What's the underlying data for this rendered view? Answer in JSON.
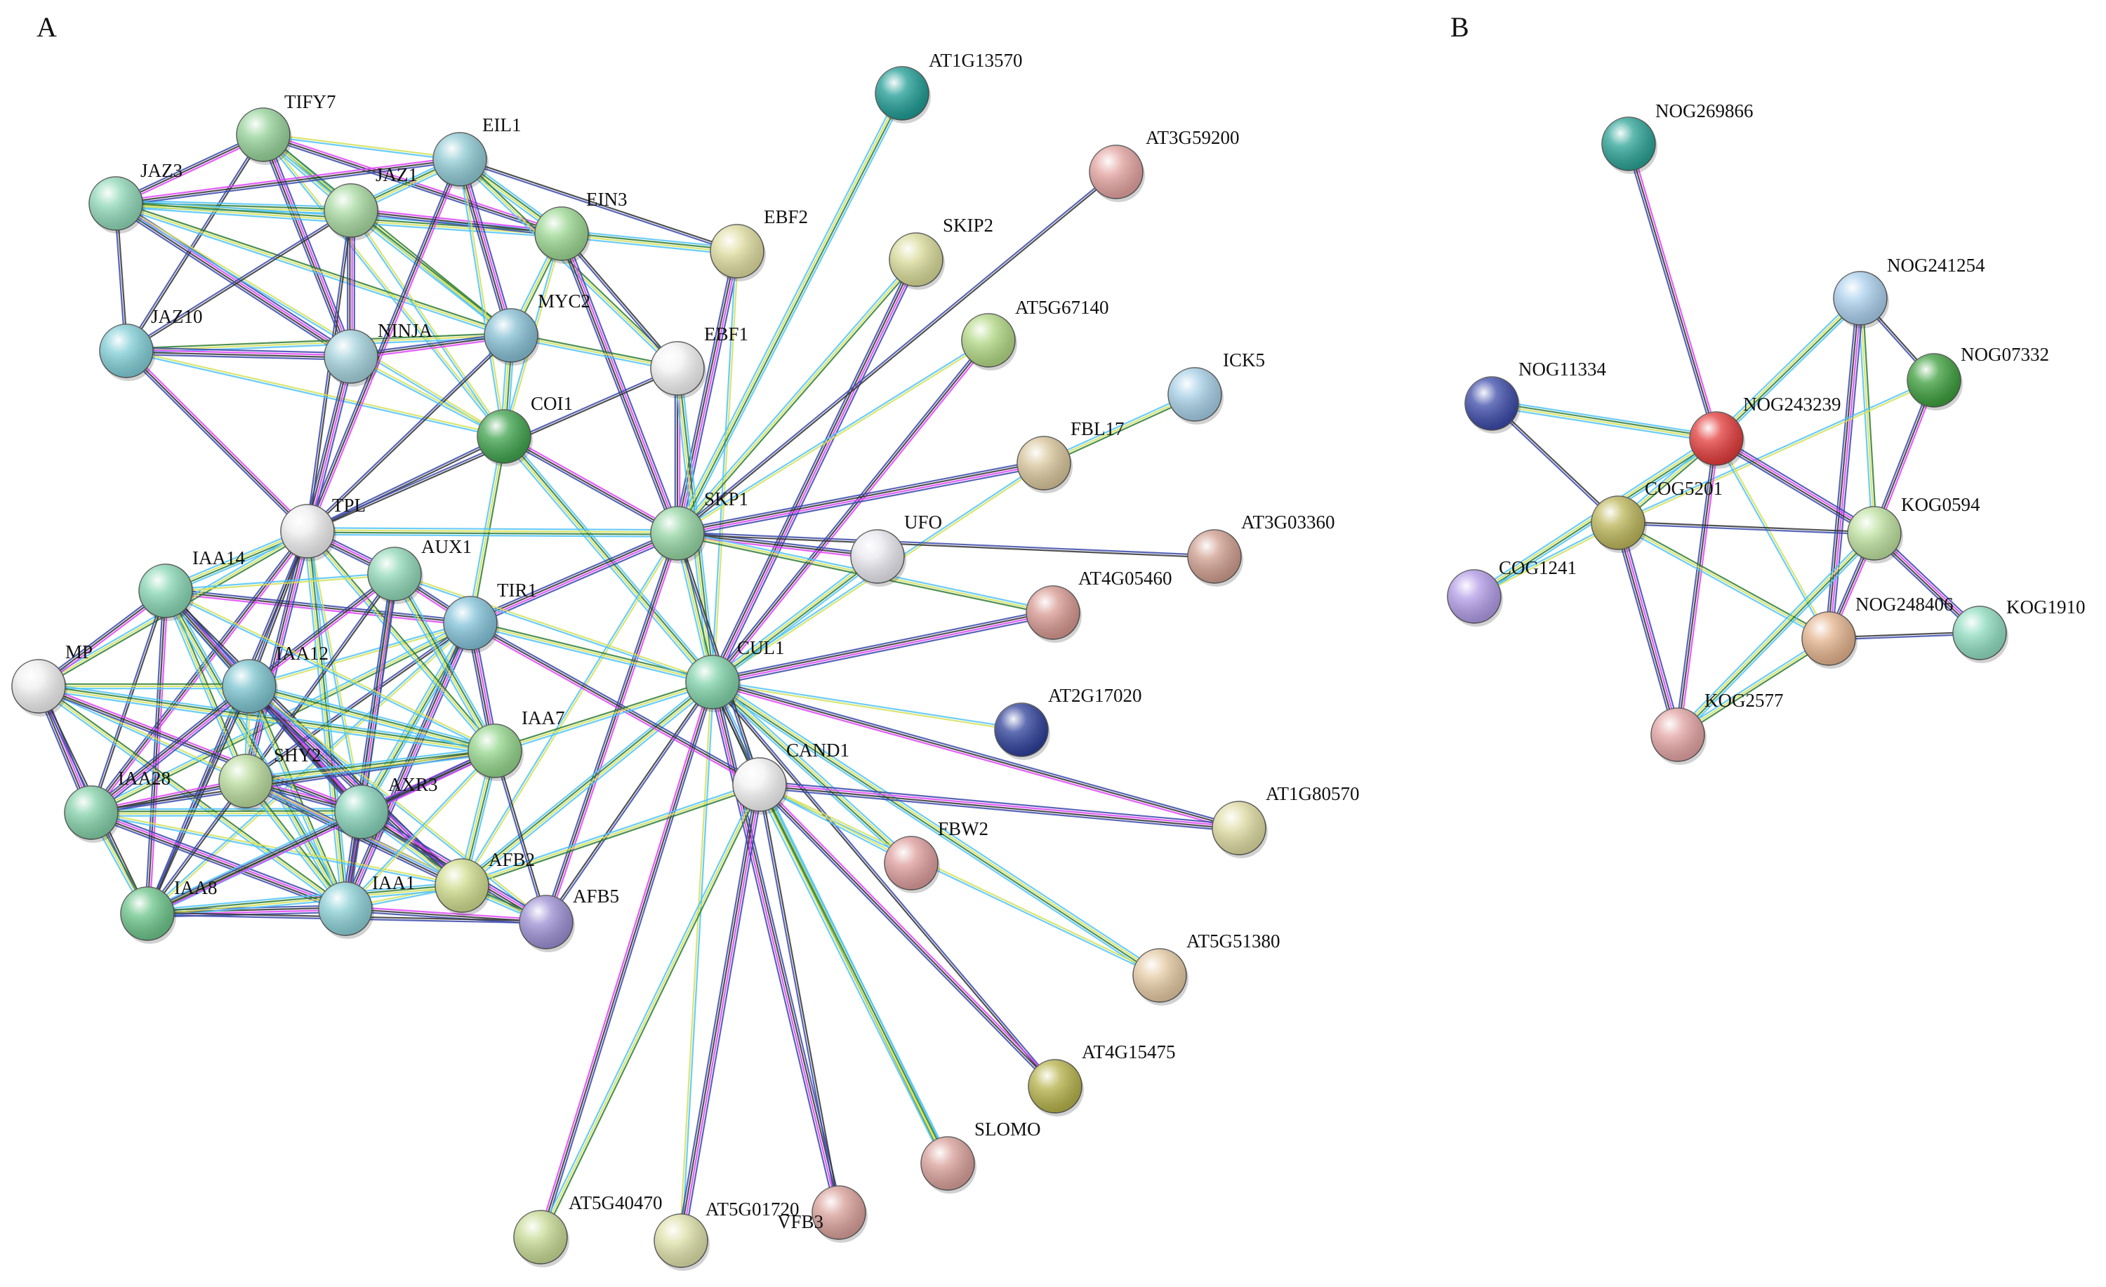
{
  "panels": [
    {
      "id": "A",
      "label": "A",
      "nodes": [
        {
          "id": "AT1G13570",
          "label": "AT1G13570",
          "color": "#1f9c94"
        },
        {
          "id": "AT3G59200",
          "label": "AT3G59200",
          "color": "#e3a3a0"
        },
        {
          "id": "TIFY7",
          "label": "TIFY7",
          "color": "#96d39a"
        },
        {
          "id": "EIL1",
          "label": "EIL1",
          "color": "#8fc9d3"
        },
        {
          "id": "JAZ3",
          "label": "JAZ3",
          "color": "#8fd8b7"
        },
        {
          "id": "JAZ1",
          "label": "JAZ1",
          "color": "#a7d9a0"
        },
        {
          "id": "EIN3",
          "label": "EIN3",
          "color": "#9bd791"
        },
        {
          "id": "EBF2",
          "label": "EBF2",
          "color": "#dedc9f"
        },
        {
          "id": "SKIP2",
          "label": "SKIP2",
          "color": "#d8da98"
        },
        {
          "id": "MYC2",
          "label": "MYC2",
          "color": "#86bfd4"
        },
        {
          "id": "AT5G67140",
          "label": "AT5G67140",
          "color": "#b2d884"
        },
        {
          "id": "JAZ10",
          "label": "JAZ10",
          "color": "#80ced6"
        },
        {
          "id": "NINJA",
          "label": "NINJA",
          "color": "#a4d2dc"
        },
        {
          "id": "EBF1",
          "label": "EBF1",
          "color": "#f2f2f2"
        },
        {
          "id": "ICK5",
          "label": "ICK5",
          "color": "#a6cfe6"
        },
        {
          "id": "COI1",
          "label": "COI1",
          "color": "#3fa34d"
        },
        {
          "id": "FBL17",
          "label": "FBL17",
          "color": "#d8c59b"
        },
        {
          "id": "TPL",
          "label": "TPL",
          "color": "#eeeeee"
        },
        {
          "id": "SKP1",
          "label": "SKP1",
          "color": "#94d5a3"
        },
        {
          "id": "UFO",
          "label": "UFO",
          "color": "#e7e7ee"
        },
        {
          "id": "AT3G03360",
          "label": "AT3G03360",
          "color": "#cf9d8e"
        },
        {
          "id": "AUX1",
          "label": "AUX1",
          "color": "#8fd8b7"
        },
        {
          "id": "IAA14",
          "label": "IAA14",
          "color": "#87d6b3"
        },
        {
          "id": "TIR1",
          "label": "TIR1",
          "color": "#82c2d8"
        },
        {
          "id": "AT4G05460",
          "label": "AT4G05460",
          "color": "#d79890"
        },
        {
          "id": "IAA12",
          "label": "IAA12",
          "color": "#7cc4cf"
        },
        {
          "id": "CUL1",
          "label": "CUL1",
          "color": "#7fd2a8"
        },
        {
          "id": "MP",
          "label": "MP",
          "color": "#eeeeee"
        },
        {
          "id": "AT2G17020",
          "label": "AT2G17020",
          "color": "#2d3f99"
        },
        {
          "id": "IAA7",
          "label": "IAA7",
          "color": "#93d58b"
        },
        {
          "id": "SHY2",
          "label": "SHY2",
          "color": "#b9db9c"
        },
        {
          "id": "CAND1",
          "label": "CAND1",
          "color": "#f2f2f2"
        },
        {
          "id": "AT1G80570",
          "label": "AT1G80570",
          "color": "#dedba2"
        },
        {
          "id": "IAA28",
          "label": "IAA28",
          "color": "#82d0a8"
        },
        {
          "id": "AXR3",
          "label": "AXR3",
          "color": "#86d2b8"
        },
        {
          "id": "FBW2",
          "label": "FBW2",
          "color": "#dd9d9c"
        },
        {
          "id": "AFB2",
          "label": "AFB2",
          "color": "#cfdc8d"
        },
        {
          "id": "IAA1",
          "label": "IAA1",
          "color": "#8bd0d6"
        },
        {
          "id": "IAA8",
          "label": "IAA8",
          "color": "#6cc58a"
        },
        {
          "id": "AFB5",
          "label": "AFB5",
          "color": "#9d8fd3"
        },
        {
          "id": "AT5G51380",
          "label": "AT5G51380",
          "color": "#e4c9a2"
        },
        {
          "id": "AT4G15475",
          "label": "AT4G15475",
          "color": "#b6b24a"
        },
        {
          "id": "SLOMO",
          "label": "SLOMO",
          "color": "#d9a09a"
        },
        {
          "id": "VFB3",
          "label": "VFB3",
          "color": "#d9a09a"
        },
        {
          "id": "AT5G40470",
          "label": "AT5G40470",
          "color": "#c7da94"
        },
        {
          "id": "AT5G01720",
          "label": "AT5G01720",
          "color": "#dde0a8"
        }
      ]
    },
    {
      "id": "B",
      "label": "B",
      "nodes": [
        {
          "id": "NOG269866",
          "label": "NOG269866",
          "color": "#2aa295"
        },
        {
          "id": "NOG241254",
          "label": "NOG241254",
          "color": "#a9cfec"
        },
        {
          "id": "NOG07332",
          "label": "NOG07332",
          "color": "#3c9e3c"
        },
        {
          "id": "NOG11334",
          "label": "NOG11334",
          "color": "#3b4aa8"
        },
        {
          "id": "NOG243239",
          "label": "NOG243239",
          "color": "#e33b3b"
        },
        {
          "id": "COG5201",
          "label": "COG5201",
          "color": "#bcb65a"
        },
        {
          "id": "KOG0594",
          "label": "KOG0594",
          "color": "#bde09e"
        },
        {
          "id": "COG1241",
          "label": "COG1241",
          "color": "#b19be6"
        },
        {
          "id": "NOG248406",
          "label": "NOG248406",
          "color": "#e3b28c"
        },
        {
          "id": "KOG1910",
          "label": "KOG1910",
          "color": "#8fdcc0"
        },
        {
          "id": "KOG2577",
          "label": "KOG2577",
          "color": "#e3a3a3"
        }
      ]
    }
  ],
  "edge_colors": [
    "#d4e157",
    "#e040fb",
    "#4fc3f7",
    "#333333",
    "#2e7d32",
    "#3949ab"
  ],
  "edges_A": [
    [
      "TIFY7",
      "EIL1"
    ],
    [
      "TIFY7",
      "JAZ3"
    ],
    [
      "TIFY7",
      "JAZ1"
    ],
    [
      "TIFY7",
      "JAZ10"
    ],
    [
      "TIFY7",
      "MYC2"
    ],
    [
      "TIFY7",
      "NINJA"
    ],
    [
      "TIFY7",
      "COI1"
    ],
    [
      "TIFY7",
      "EIN3"
    ],
    [
      "JAZ3",
      "JAZ1"
    ],
    [
      "JAZ3",
      "JAZ10"
    ],
    [
      "JAZ3",
      "MYC2"
    ],
    [
      "JAZ3",
      "NINJA"
    ],
    [
      "JAZ3",
      "COI1"
    ],
    [
      "JAZ3",
      "EIL1"
    ],
    [
      "JAZ3",
      "EIN3"
    ],
    [
      "JAZ1",
      "JAZ10"
    ],
    [
      "JAZ1",
      "MYC2"
    ],
    [
      "JAZ1",
      "NINJA"
    ],
    [
      "JAZ1",
      "COI1"
    ],
    [
      "JAZ1",
      "EIN3"
    ],
    [
      "JAZ1",
      "EIL1"
    ],
    [
      "JAZ1",
      "TPL"
    ],
    [
      "JAZ10",
      "MYC2"
    ],
    [
      "JAZ10",
      "NINJA"
    ],
    [
      "JAZ10",
      "COI1"
    ],
    [
      "JAZ10",
      "TPL"
    ],
    [
      "EIL1",
      "EIN3"
    ],
    [
      "EIL1",
      "EBF2"
    ],
    [
      "EIL1",
      "EBF1"
    ],
    [
      "EIL1",
      "MYC2"
    ],
    [
      "EIL1",
      "COI1"
    ],
    [
      "EIL1",
      "TPL"
    ],
    [
      "EIN3",
      "EBF2"
    ],
    [
      "EIN3",
      "EBF1"
    ],
    [
      "EIN3",
      "MYC2"
    ],
    [
      "EIN3",
      "SKP1"
    ],
    [
      "EIN3",
      "COI1"
    ],
    [
      "MYC2",
      "NINJA"
    ],
    [
      "MYC2",
      "COI1"
    ],
    [
      "MYC2",
      "TPL"
    ],
    [
      "MYC2",
      "EBF1"
    ],
    [
      "NINJA",
      "TPL"
    ],
    [
      "NINJA",
      "COI1"
    ],
    [
      "COI1",
      "SKP1"
    ],
    [
      "COI1",
      "CUL1"
    ],
    [
      "COI1",
      "TPL"
    ],
    [
      "COI1",
      "TIR1"
    ],
    [
      "EBF2",
      "SKP1"
    ],
    [
      "EBF2",
      "CUL1"
    ],
    [
      "EBF1",
      "SKP1"
    ],
    [
      "EBF1",
      "CUL1"
    ],
    [
      "EBF1",
      "TPL"
    ],
    [
      "SKIP2",
      "SKP1"
    ],
    [
      "SKIP2",
      "CUL1"
    ],
    [
      "AT5G67140",
      "SKP1"
    ],
    [
      "AT5G67140",
      "CUL1"
    ],
    [
      "AT1G13570",
      "SKP1"
    ],
    [
      "AT3G59200",
      "SKP1"
    ],
    [
      "ICK5",
      "FBL17"
    ],
    [
      "FBL17",
      "SKP1"
    ],
    [
      "FBL17",
      "CUL1"
    ],
    [
      "UFO",
      "SKP1"
    ],
    [
      "UFO",
      "CUL1"
    ],
    [
      "AT3G03360",
      "SKP1"
    ],
    [
      "AT4G05460",
      "SKP1"
    ],
    [
      "AT4G05460",
      "CUL1"
    ],
    [
      "AT2G17020",
      "CUL1"
    ],
    [
      "AT1G80570",
      "CUL1"
    ],
    [
      "AT5G51380",
      "CUL1"
    ],
    [
      "AT4G15475",
      "CUL1"
    ],
    [
      "SLOMO",
      "CUL1"
    ],
    [
      "VFB3",
      "CUL1"
    ],
    [
      "AT5G01720",
      "CUL1"
    ],
    [
      "AT5G40470",
      "CUL1"
    ],
    [
      "FBW2",
      "CUL1"
    ],
    [
      "CAND1",
      "CUL1"
    ],
    [
      "SKP1",
      "CUL1"
    ],
    [
      "SKP1",
      "TIR1"
    ],
    [
      "SKP1",
      "AFB2"
    ],
    [
      "SKP1",
      "AFB5"
    ],
    [
      "SKP1",
      "TPL"
    ],
    [
      "SKP1",
      "CAND1"
    ],
    [
      "TIR1",
      "CUL1"
    ],
    [
      "TIR1",
      "IAA7"
    ],
    [
      "TIR1",
      "IAA12"
    ],
    [
      "TIR1",
      "IAA14"
    ],
    [
      "TIR1",
      "AXR3"
    ],
    [
      "TIR1",
      "SHY2"
    ],
    [
      "TIR1",
      "IAA28"
    ],
    [
      "TIR1",
      "IAA1"
    ],
    [
      "TIR1",
      "IAA8"
    ],
    [
      "TIR1",
      "AUX1"
    ],
    [
      "AFB2",
      "CUL1"
    ],
    [
      "AFB5",
      "CUL1"
    ],
    [
      "CAND1",
      "AFB2"
    ],
    [
      "CAND1",
      "AT1G80570"
    ],
    [
      "CAND1",
      "AT5G51380"
    ],
    [
      "CAND1",
      "AT4G15475"
    ],
    [
      "CAND1",
      "SLOMO"
    ],
    [
      "CAND1",
      "VFB3"
    ],
    [
      "CAND1",
      "AT5G40470"
    ],
    [
      "CAND1",
      "AT5G01720"
    ],
    [
      "CAND1",
      "FBW2"
    ],
    [
      "CAND1",
      "TIR1"
    ],
    [
      "TPL",
      "IAA14"
    ],
    [
      "TPL",
      "IAA12"
    ],
    [
      "TPL",
      "IAA7"
    ],
    [
      "TPL",
      "SHY2"
    ],
    [
      "TPL",
      "AXR3"
    ],
    [
      "TPL",
      "IAA28"
    ],
    [
      "TPL",
      "IAA1"
    ],
    [
      "TPL",
      "IAA8"
    ],
    [
      "TPL",
      "MP"
    ],
    [
      "TPL",
      "AUX1"
    ],
    [
      "AUX1",
      "IAA14"
    ],
    [
      "AUX1",
      "IAA12"
    ],
    [
      "AUX1",
      "IAA7"
    ],
    [
      "AUX1",
      "SHY2"
    ],
    [
      "AUX1",
      "AXR3"
    ],
    [
      "AUX1",
      "IAA1"
    ],
    [
      "AUX1",
      "CUL1"
    ],
    [
      "IAA14",
      "MP"
    ],
    [
      "IAA14",
      "IAA12"
    ],
    [
      "IAA14",
      "IAA28"
    ],
    [
      "IAA14",
      "SHY2"
    ],
    [
      "IAA14",
      "AXR3"
    ],
    [
      "IAA14",
      "IAA7"
    ],
    [
      "IAA14",
      "IAA8"
    ],
    [
      "IAA14",
      "IAA1"
    ],
    [
      "IAA14",
      "AFB2"
    ],
    [
      "MP",
      "IAA12"
    ],
    [
      "MP",
      "IAA28"
    ],
    [
      "MP",
      "SHY2"
    ],
    [
      "MP",
      "AXR3"
    ],
    [
      "MP",
      "IAA7"
    ],
    [
      "MP",
      "IAA8"
    ],
    [
      "MP",
      "IAA1"
    ],
    [
      "IAA12",
      "IAA28"
    ],
    [
      "IAA12",
      "SHY2"
    ],
    [
      "IAA12",
      "AXR3"
    ],
    [
      "IAA12",
      "IAA7"
    ],
    [
      "IAA12",
      "IAA8"
    ],
    [
      "IAA12",
      "IAA1"
    ],
    [
      "IAA12",
      "AFB2"
    ],
    [
      "IAA12",
      "AFB5"
    ],
    [
      "IAA28",
      "SHY2"
    ],
    [
      "IAA28",
      "AXR3"
    ],
    [
      "IAA28",
      "IAA7"
    ],
    [
      "IAA28",
      "IAA8"
    ],
    [
      "IAA28",
      "IAA1"
    ],
    [
      "IAA28",
      "AFB2"
    ],
    [
      "SHY2",
      "AXR3"
    ],
    [
      "SHY2",
      "IAA7"
    ],
    [
      "SHY2",
      "IAA8"
    ],
    [
      "SHY2",
      "IAA1"
    ],
    [
      "SHY2",
      "AFB2"
    ],
    [
      "SHY2",
      "AFB5"
    ],
    [
      "AXR3",
      "IAA7"
    ],
    [
      "AXR3",
      "IAA8"
    ],
    [
      "AXR3",
      "IAA1"
    ],
    [
      "AXR3",
      "AFB2"
    ],
    [
      "AXR3",
      "AFB5"
    ],
    [
      "IAA7",
      "IAA1"
    ],
    [
      "IAA7",
      "IAA8"
    ],
    [
      "IAA7",
      "AFB2"
    ],
    [
      "IAA7",
      "AFB5"
    ],
    [
      "IAA7",
      "CUL1"
    ],
    [
      "IAA1",
      "IAA8"
    ],
    [
      "IAA1",
      "AFB2"
    ],
    [
      "IAA1",
      "AFB5"
    ],
    [
      "IAA8",
      "AFB2"
    ],
    [
      "IAA8",
      "AFB5"
    ],
    [
      "AFB2",
      "AFB5"
    ]
  ],
  "edges_B": [
    [
      "NOG269866",
      "NOG243239"
    ],
    [
      "NOG241254",
      "NOG243239"
    ],
    [
      "NOG241254",
      "NOG07332"
    ],
    [
      "NOG241254",
      "KOG0594"
    ],
    [
      "NOG241254",
      "NOG248406"
    ],
    [
      "NOG07332",
      "COG5201"
    ],
    [
      "NOG07332",
      "KOG0594"
    ],
    [
      "NOG11334",
      "NOG243239"
    ],
    [
      "NOG11334",
      "COG5201"
    ],
    [
      "NOG243239",
      "COG5201"
    ],
    [
      "NOG243239",
      "KOG0594"
    ],
    [
      "NOG243239",
      "NOG248406"
    ],
    [
      "NOG243239",
      "KOG2577"
    ],
    [
      "NOG243239",
      "COG1241"
    ],
    [
      "COG5201",
      "KOG0594"
    ],
    [
      "COG5201",
      "NOG248406"
    ],
    [
      "COG5201",
      "KOG2577"
    ],
    [
      "COG5201",
      "COG1241"
    ],
    [
      "KOG0594",
      "NOG248406"
    ],
    [
      "KOG0594",
      "KOG2577"
    ],
    [
      "NOG248406",
      "KOG1910"
    ],
    [
      "NOG248406",
      "KOG2577"
    ],
    [
      "KOG0594",
      "KOG1910"
    ]
  ]
}
